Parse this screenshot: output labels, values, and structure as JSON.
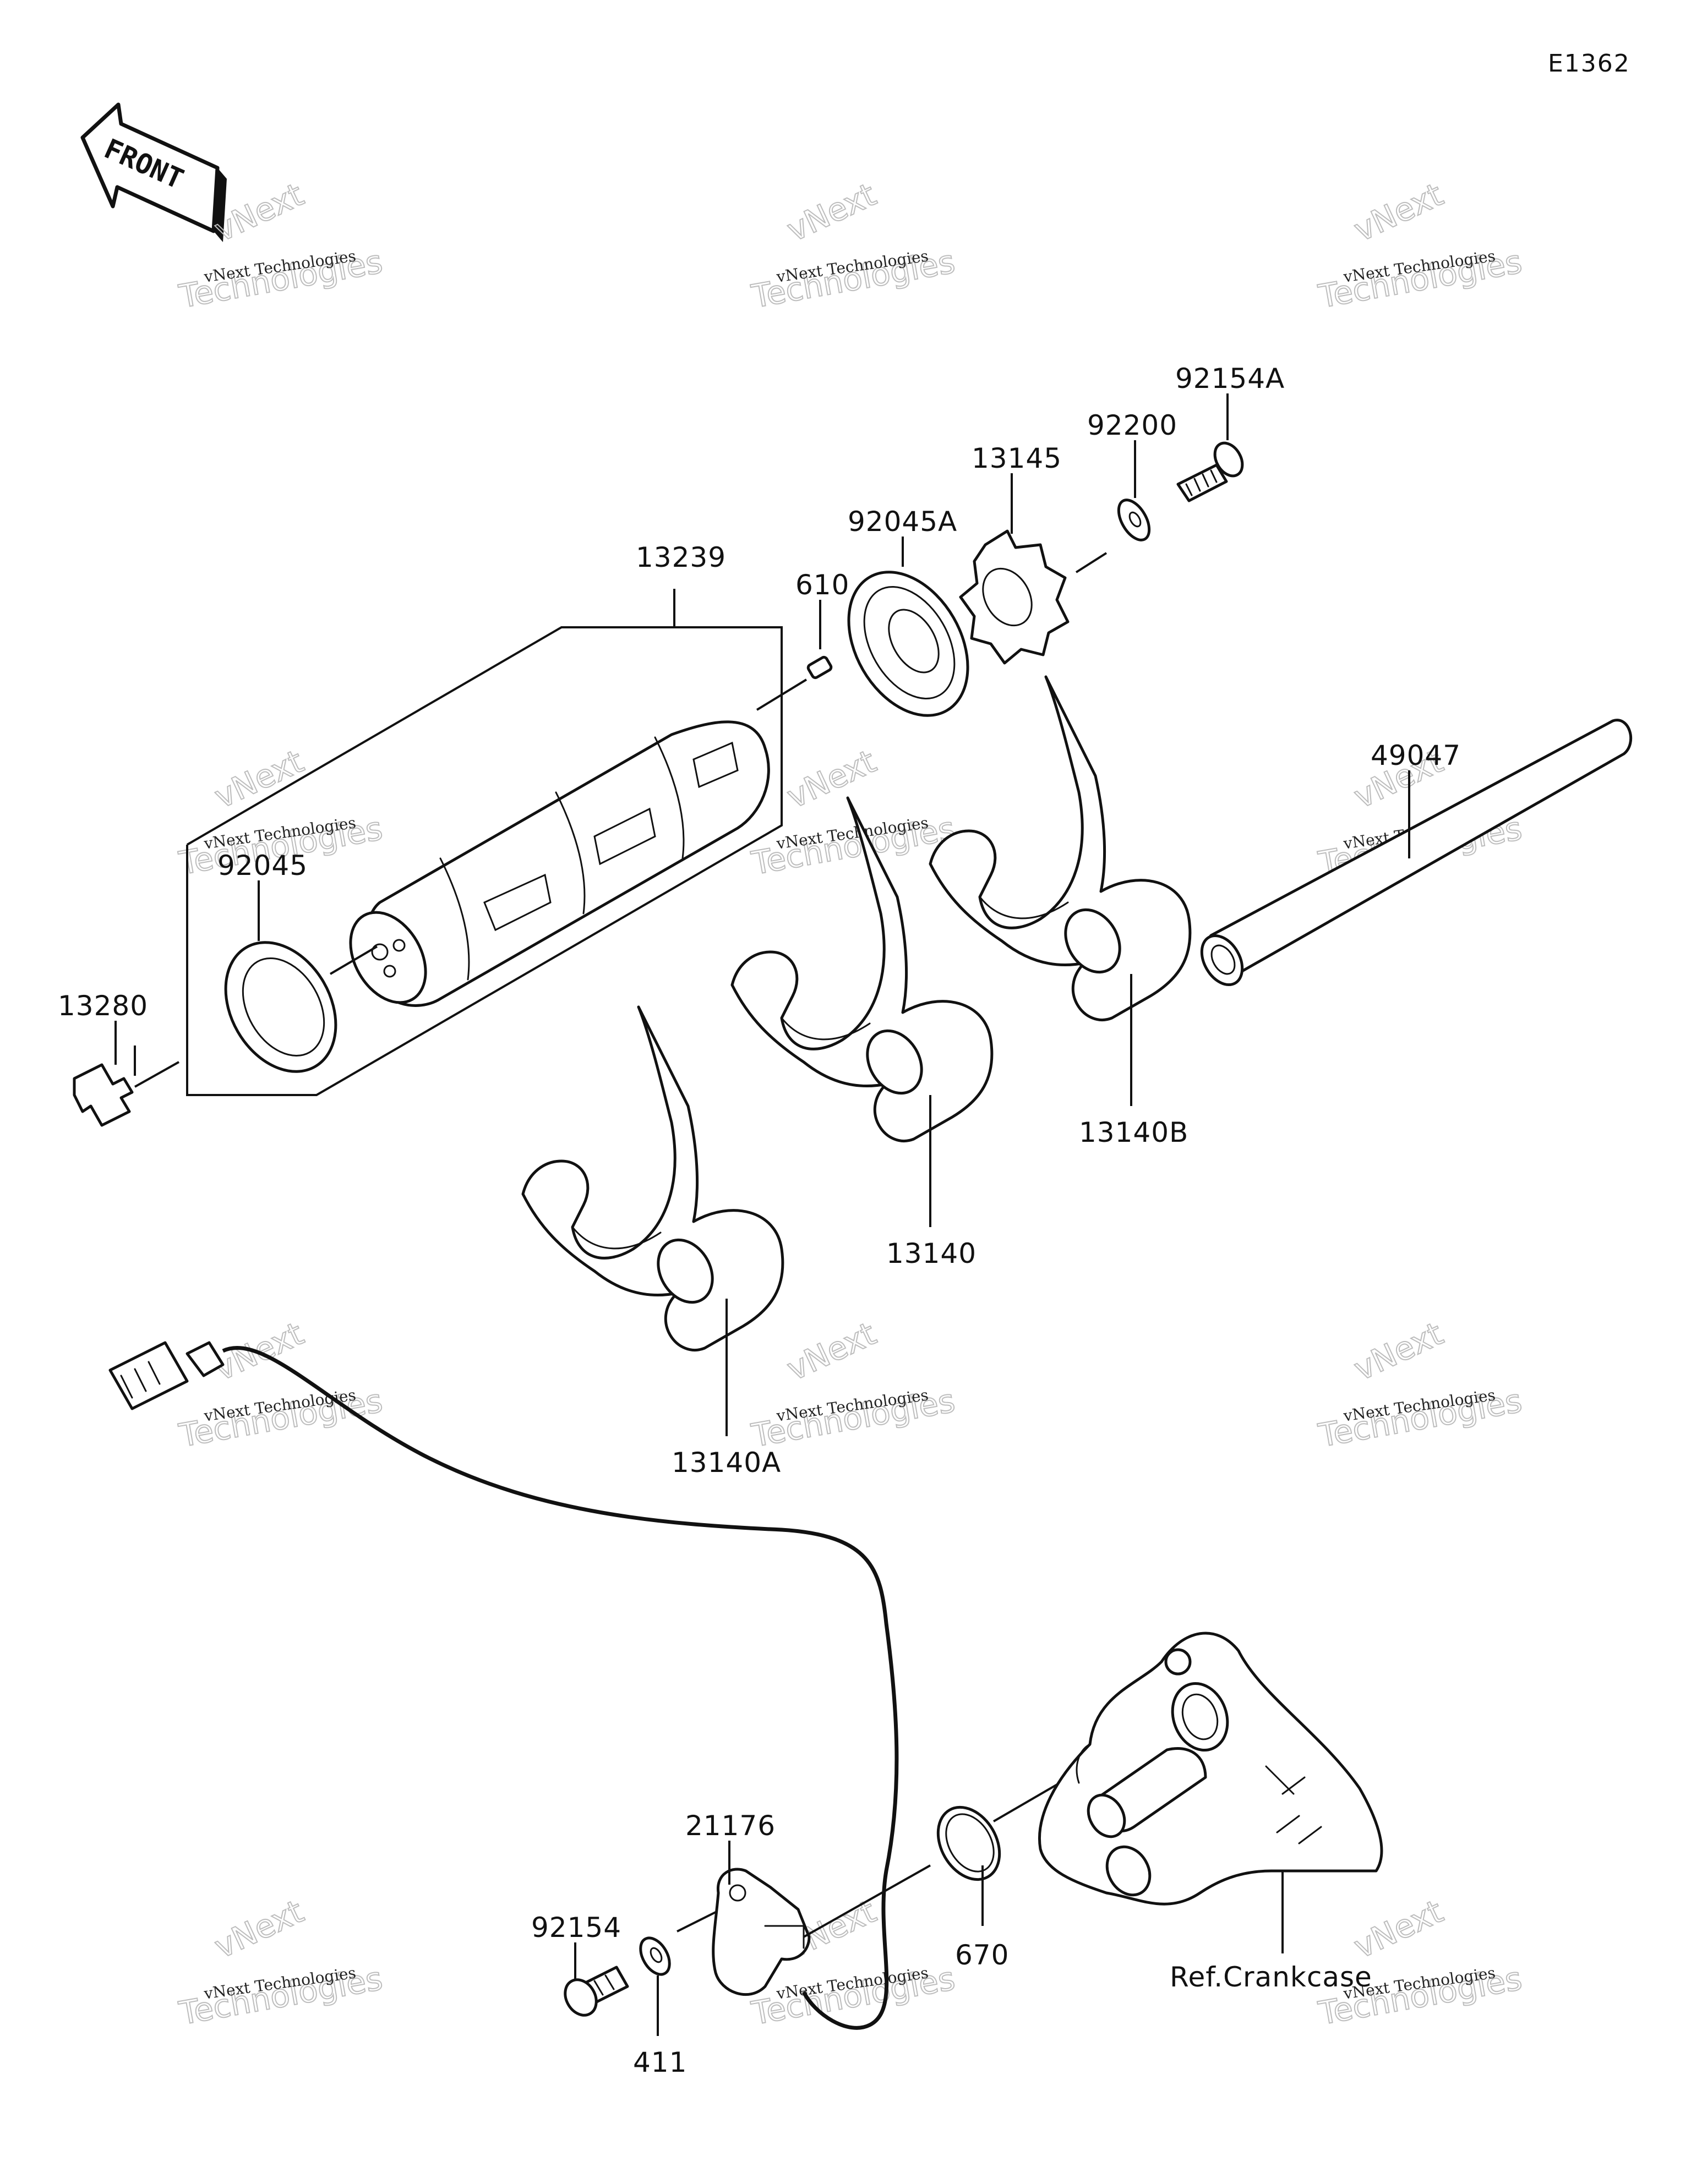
{
  "diagram_code": "E1362",
  "front_arrow_text": "FRONT",
  "watermark": {
    "small": "vNext Technologies",
    "big": "Technologies",
    "top": "vNext"
  },
  "parts": {
    "p13239": "13239",
    "p610": "610",
    "p92045A": "92045A",
    "p13145": "13145",
    "p92200": "92200",
    "p92154A": "92154A",
    "p49047": "49047",
    "p92045": "92045",
    "p13280": "13280",
    "p13140B": "13140B",
    "p13140": "13140",
    "p13140A": "13140A",
    "p21176": "21176",
    "p92154": "92154",
    "p411": "411",
    "p670": "670",
    "ref_crankcase": "Ref.Crankcase"
  }
}
